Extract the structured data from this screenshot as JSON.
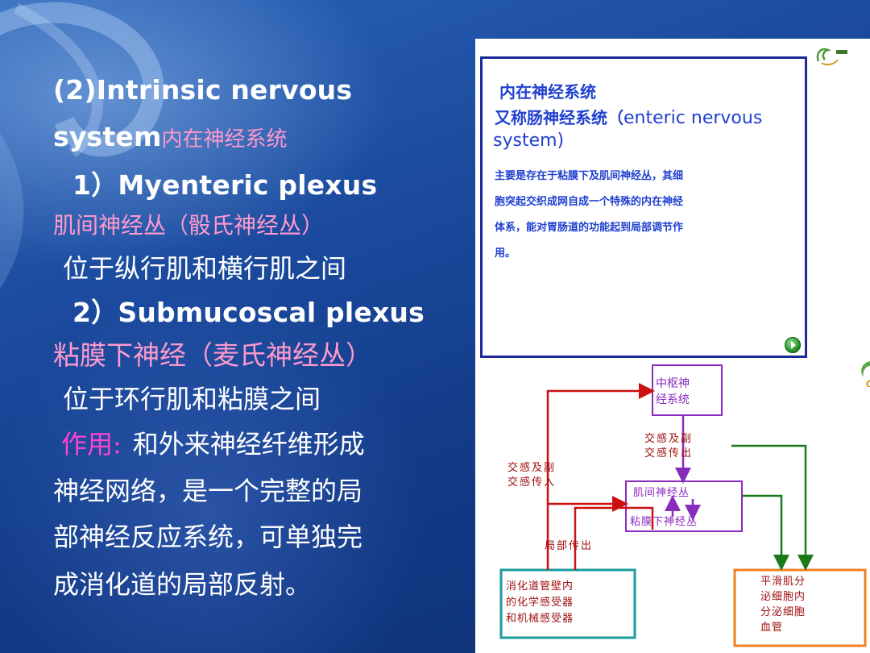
{
  "left": {
    "heading_en_1": "(2)Intrinsic  nervous",
    "heading_en_2": "system",
    "heading_zh": "内在神经系统",
    "item1_en": "1）Myenteric  plexus",
    "item1_zh": "肌间神经丛（骰氏神经丛）",
    "item1_desc": "位于纵行肌和横行肌之间",
    "item2_en": "2）Submucoscal plexus",
    "item2_zh": "粘膜下神经（麦氏神经丛）",
    "item2_desc": "位于环行肌和粘膜之间",
    "function_label": "作用:",
    "function_line1": "和外来神经纤维形成",
    "function_line2": "神经网络，是一个完整的局",
    "function_line3": "部神经反应系统，可单独完",
    "function_line4": "成消化道的局部反射。"
  },
  "panel": {
    "title1": "内在神经系统",
    "title2_zh": "又称肠神经系统（",
    "title2_en": "enteric nervous",
    "title3": "system)",
    "body": [
      "主要是存在于粘膜下及肌间神经丛，其细",
      "胞突起交织成网自成一个特殊的内在神经",
      "体系，能对胃肠道的功能起到局部调节作",
      "用。"
    ]
  },
  "diagram": {
    "cns": [
      "中枢神",
      "经系统"
    ],
    "sym_out": [
      "交感及副",
      "交感传出"
    ],
    "sym_in": [
      "交感及副",
      "交感传入"
    ],
    "myenteric": "肌间神经丛",
    "submucosal": "粘膜下神经丛",
    "local_out": "局部传出",
    "receptors": [
      "消化道管壁内",
      "的化学感受器",
      "和机械感受器"
    ],
    "effectors": [
      "平滑肌分",
      "泌细胞内",
      "分泌细胞",
      "血管"
    ]
  },
  "colors": {
    "background": "#1b4a9e",
    "heading_pink": "#ff99cc",
    "function_magenta": "#ff44cc",
    "panel_text_blue": "#2040d0",
    "arrow_red": "#cc1010",
    "arrow_green": "#1a7a1a",
    "box_purple": "#8a2bc0",
    "box_teal": "#1a9a9a",
    "box_orange": "#f08020"
  }
}
